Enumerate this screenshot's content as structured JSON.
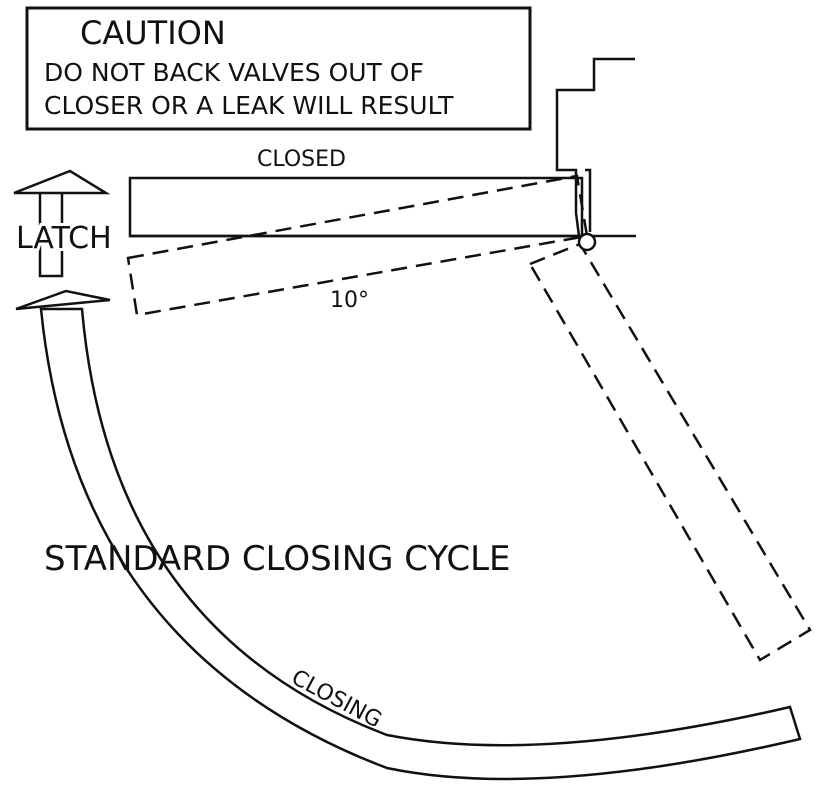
{
  "caution": {
    "title": "CAUTION",
    "line1": "DO NOT BACK VALVES OUT OF",
    "line2": "CLOSER OR A LEAK WILL RESULT"
  },
  "labels": {
    "closed": "CLOSED",
    "latch": "LATCH",
    "angle": "10°",
    "cycle": "STANDARD CLOSING CYCLE",
    "closing": "CLOSING"
  },
  "colors": {
    "ink": "#111111",
    "background": "#ffffff"
  }
}
